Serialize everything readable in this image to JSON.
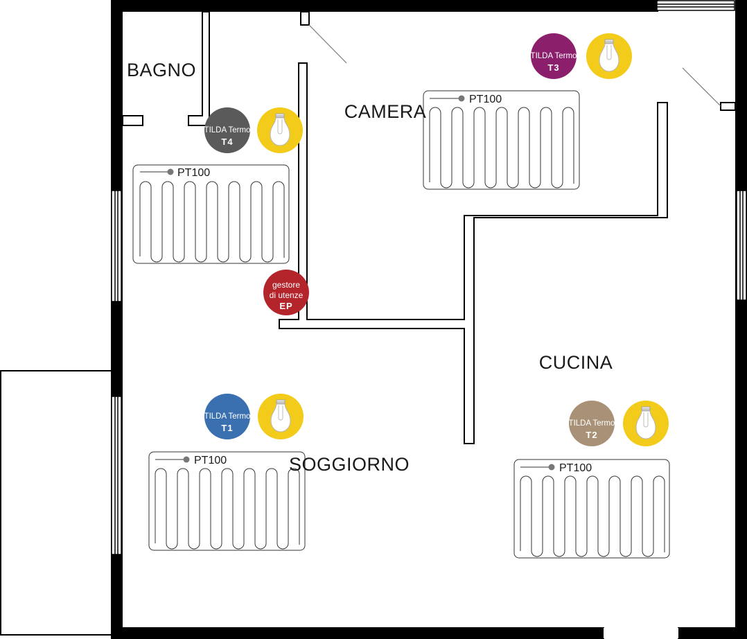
{
  "rooms": {
    "bagno": "BAGNO",
    "camera": "CAMERA",
    "cucina": "CUCINA",
    "soggiorno": "SOGGIORNO"
  },
  "sensors": {
    "bagno": "PT100",
    "camera": "PT100",
    "soggiorno": "PT100",
    "cucina": "PT100"
  },
  "thermostats": {
    "t1": {
      "brand": "TILDA Termo",
      "code": "T1",
      "color": "#3a6fb0"
    },
    "t2": {
      "brand": "TILDA Termo",
      "code": "T2",
      "color": "#a89176"
    },
    "t3": {
      "brand": "TILDA Termo",
      "code": "T3",
      "color": "#8b1f6b"
    },
    "t4": {
      "brand": "TILDA Termo",
      "code": "T4",
      "color": "#5a5a5a"
    }
  },
  "energy_manager": {
    "line1": "gestore",
    "line2": "di utenze",
    "code": "EP",
    "color": "#b3242b"
  },
  "colors": {
    "wall": "#000000",
    "lamp_badge": "#f3cb1b",
    "sensor_dot": "#777777"
  },
  "icons": {
    "lamp": "light-bulb-icon",
    "thermostat": "thermostat-badge-icon",
    "energy_manager": "energy-manager-badge-icon"
  }
}
